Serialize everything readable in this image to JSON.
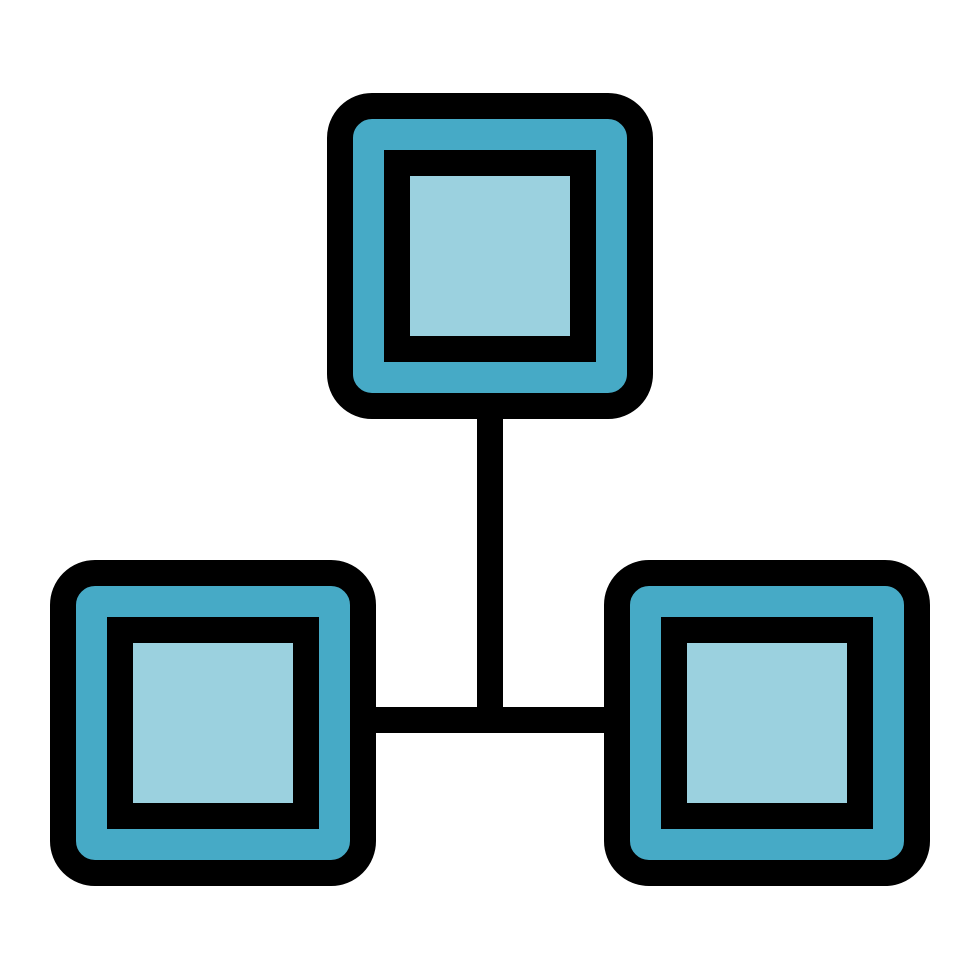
{
  "icon": {
    "name": "network-hierarchy-icon",
    "colors": {
      "stroke": "#000000",
      "outer_fill": "#46aac6",
      "inner_fill": "#9bd1df",
      "background": "#ffffff"
    },
    "nodes": [
      {
        "name": "top-node"
      },
      {
        "name": "left-node"
      },
      {
        "name": "right-node"
      }
    ]
  }
}
